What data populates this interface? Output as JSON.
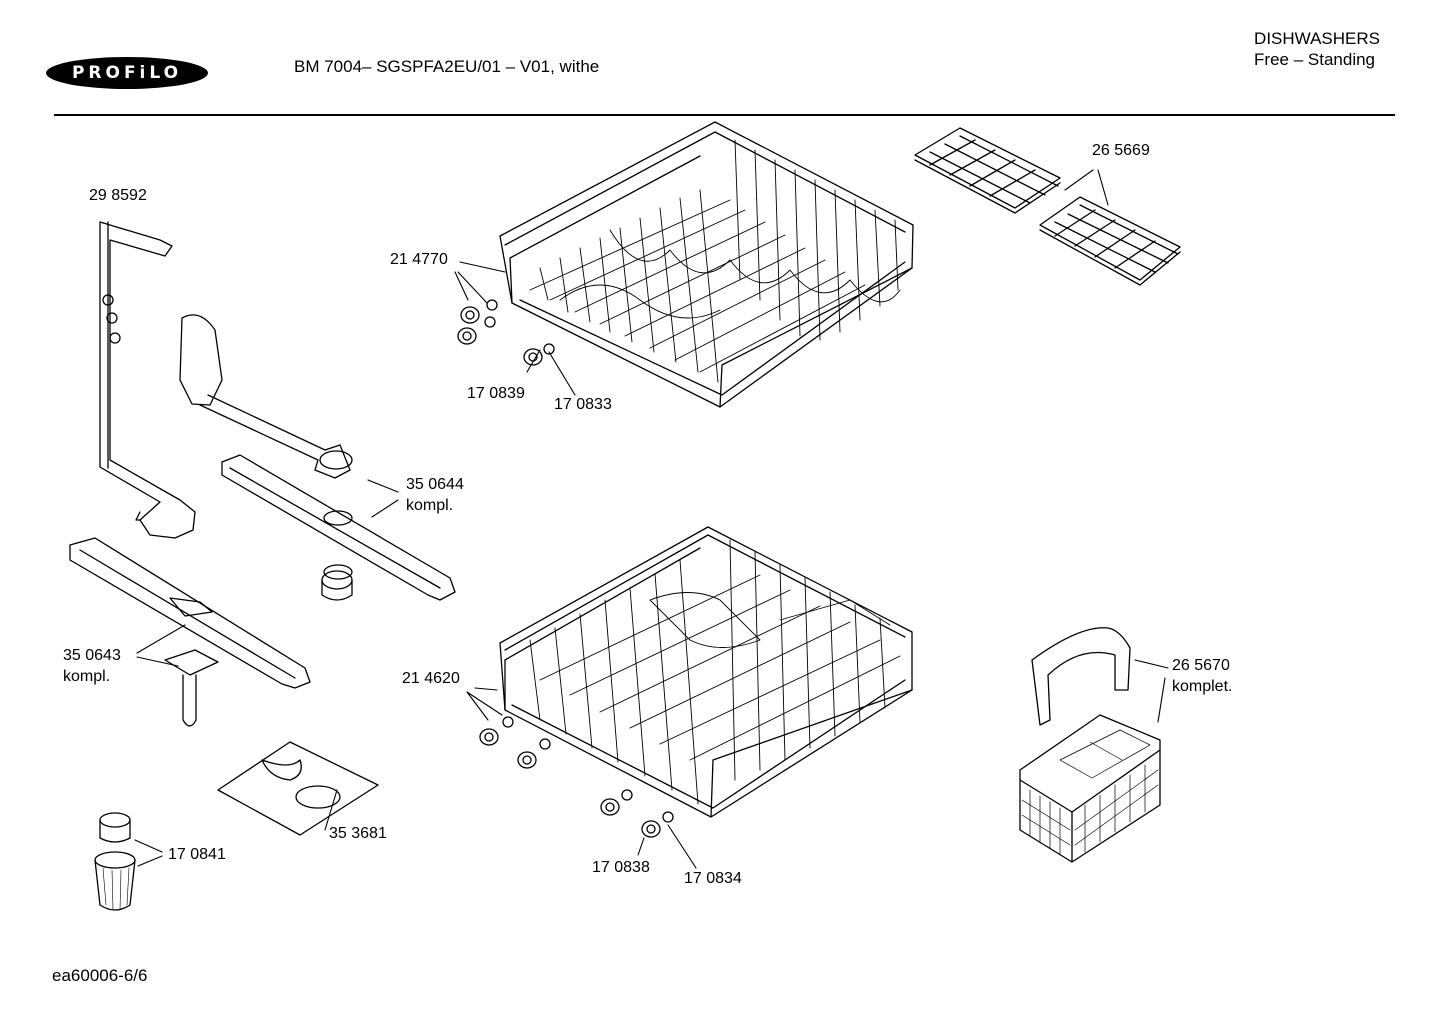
{
  "header": {
    "brand": "PROFiLO",
    "model_line": "BM 7004– SGSPFA2EU/01 – V01, withe",
    "category": "DISHWASHERS",
    "subcategory": "Free – Standing"
  },
  "parts": [
    {
      "id": "p298592",
      "number": "29 8592",
      "suffix": ""
    },
    {
      "id": "p214770",
      "number": "21 4770",
      "suffix": ""
    },
    {
      "id": "p170839",
      "number": "17 0839",
      "suffix": ""
    },
    {
      "id": "p170833",
      "number": "17 0833",
      "suffix": ""
    },
    {
      "id": "p265669",
      "number": "26 5669",
      "suffix": ""
    },
    {
      "id": "p350644",
      "number": "35 0644",
      "suffix": "kompl."
    },
    {
      "id": "p350643",
      "number": "35 0643",
      "suffix": "kompl."
    },
    {
      "id": "p214620",
      "number": "21 4620",
      "suffix": ""
    },
    {
      "id": "p265670",
      "number": "26 5670",
      "suffix": "komplet."
    },
    {
      "id": "p353681",
      "number": "35 3681",
      "suffix": ""
    },
    {
      "id": "p170841",
      "number": "17 0841",
      "suffix": ""
    },
    {
      "id": "p170838",
      "number": "17 0838",
      "suffix": ""
    },
    {
      "id": "p170834",
      "number": "17 0834",
      "suffix": ""
    }
  ],
  "footer": {
    "drawing_id": "ea60006-6/6"
  }
}
